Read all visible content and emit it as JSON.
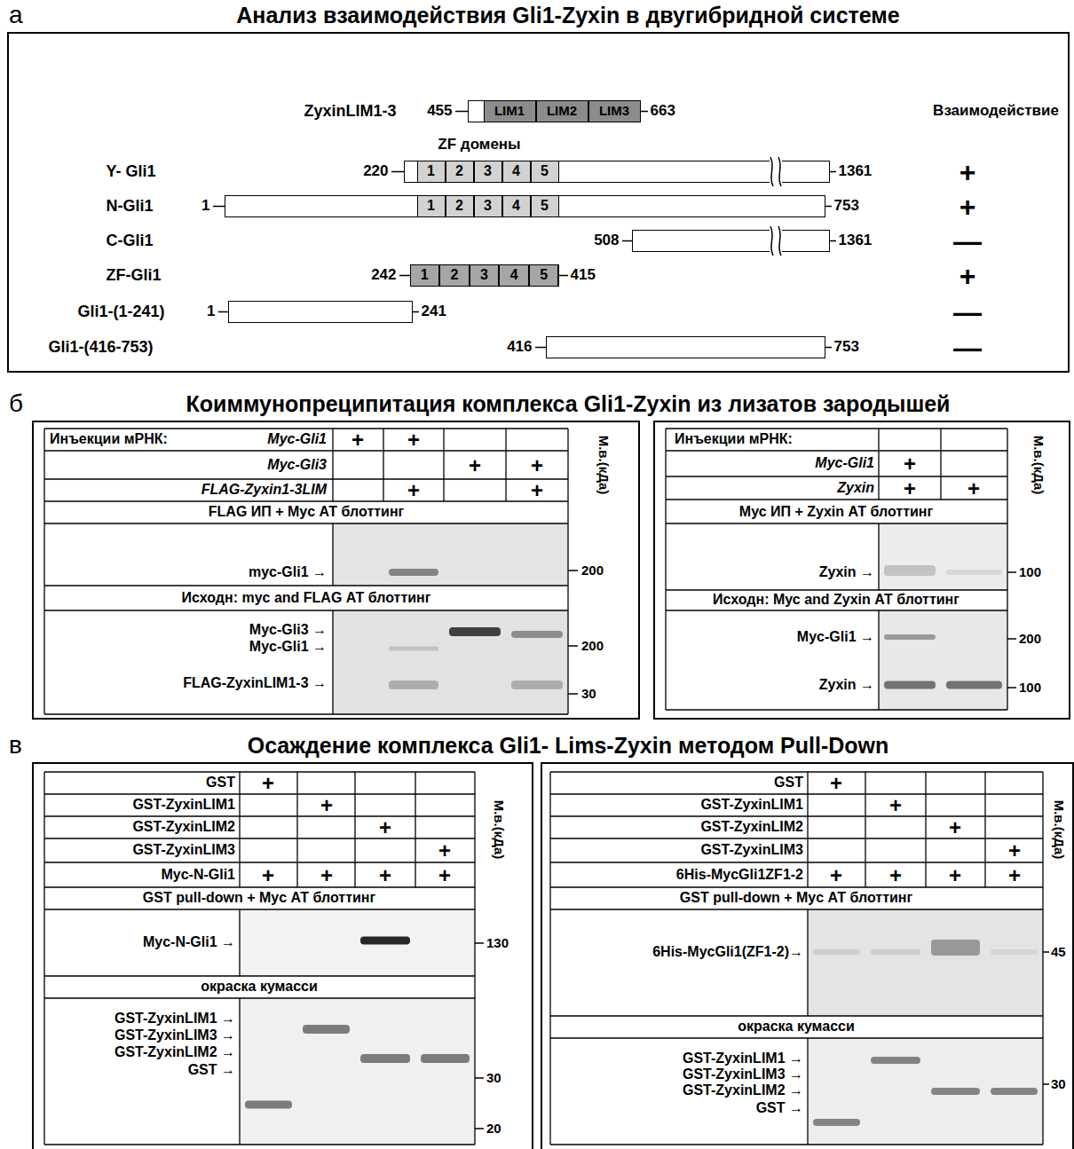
{
  "diagram": {
    "nodes": [
      {
        "text": [
          "а",
          "Анализ взаимодействия Gli1-Zyxin в двугибридной системе"
        ]
      },
      {
        "text": [
          "ZyxinLIM1-3",
          "455",
          "663"
        ],
        "in": 0
      },
      {
        "text": [
          "LIM1"
        ],
        "in": 1
      },
      {
        "text": [
          "LIM2"
        ],
        "in": 1
      },
      {
        "text": [
          "LIM3"
        ],
        "in": 1
      },
      {
        "text": [
          "Y- Gli1",
          "220",
          "1361"
        ],
        "in": 0
      },
      {
        "text": [
          "1"
        ],
        "in": 5
      },
      {
        "text": [
          "2"
        ],
        "in": 5
      },
      {
        "text": [
          "3"
        ],
        "in": 5
      },
      {
        "text": [
          "4"
        ],
        "in": 5
      },
      {
        "text": [
          "5"
        ],
        "in": 5
      },
      {
        "text": [
          "N-Gli1",
          "1",
          "753"
        ],
        "in": 0
      },
      {
        "text": [
          "1"
        ],
        "in": 11
      },
      {
        "text": [
          "2"
        ],
        "in": 11
      },
      {
        "text": [
          "3"
        ],
        "in": 11
      },
      {
        "text": [
          "4"
        ],
        "in": 11
      },
      {
        "text": [
          "5"
        ],
        "in": 11
      },
      {
        "text": [
          "C-Gli1",
          "508",
          "1361"
        ],
        "in": 0
      },
      {
        "text": [
          "ZF-Gli1",
          "242",
          "415"
        ],
        "in": 0
      },
      {
        "text": [
          "1"
        ],
        "in": 18
      },
      {
        "text": [
          "2"
        ],
        "in": 18
      },
      {
        "text": [
          "3"
        ],
        "in": 18
      },
      {
        "text": [
          "4"
        ],
        "in": 18
      },
      {
        "text": [
          "5"
        ],
        "in": 18
      },
      {
        "text": [
          "Gli1-(1-241)",
          "1",
          "241"
        ],
        "in": 0
      },
      {
        "text": [
          "Gli1-(416-753)",
          "416",
          "753"
        ],
        "in": 0
      }
    ],
    "labels": [
      "ZF домены",
      "Взаимодействие",
      "+",
      "+",
      "—",
      "+",
      "—",
      "—",
      "б",
      "Коиммунопреципитация комплекса Gli1-Zyxin из лизатов зародышей",
      "Инъекции мРНК:",
      "Myc-Gli1",
      "Myc-Gli3",
      "FLAG-Zyxin1-3LIM",
      "+",
      "+",
      "+",
      "+",
      "+",
      "+",
      "FLAG ИП + Myc АТ блоттинг",
      "myc-Gli1 →",
      "Исходн: myc and FLAG АТ блоттинг",
      "Myc-Gli3 →",
      "Myc-Gli1 →",
      "FLAG-ZyxinLIM1-3 →",
      "М.в.(кДа)",
      "200",
      "200",
      "30",
      "Инъекции мРНК:",
      "Myc-Gli1",
      "Zyxin",
      "+",
      "+",
      "+",
      "Мус ИП + Zyxin АТ блоттинг",
      "Zyxin →",
      "Исходн: Мус and Zyxin АТ блоттинг",
      "Myc-Gli1 →",
      "Zyxin →",
      "М.в.(кДа)",
      "100",
      "200",
      "100",
      "в",
      "Осаждение комплекса Gli1- Lims-Zyxin методом Pull-Down",
      "GST",
      "GST-ZyxinLIM1",
      "GST-ZyxinLIM2",
      "GST-ZyxinLIM3",
      "Myc-N-Gli1",
      "+",
      "+",
      "+",
      "+",
      "+",
      "+",
      "+",
      "+",
      "GST pull-down + Myc АТ блоттинг",
      "Myc-N-Gli1 →",
      "окраска кумасси",
      "GST-ZyxinLIM1 →",
      "GST-ZyxinLIM3 →",
      "GST-ZyxinLIM2 →",
      "GST →",
      "М.в.(кДа)",
      "130",
      "30",
      "20",
      "GST",
      "GST-ZyxinLIM1",
      "GST-ZyxinLIM2",
      "GST-ZyxinLIM3",
      "6His-MycGli1ZF1-2",
      "+",
      "+",
      "+",
      "+",
      "+",
      "+",
      "+",
      "+",
      "GST pull-down + Myc АТ блоттинг",
      "6His-MycGli1(ZF1-2)→",
      "окраска кумасси",
      "GST-ZyxinLIM1 →",
      "GST-ZyxinLIM3 →",
      "GST-ZyxinLIM2 →",
      "GST →",
      "М.в.(кДа)",
      "45",
      "30"
    ]
  }
}
